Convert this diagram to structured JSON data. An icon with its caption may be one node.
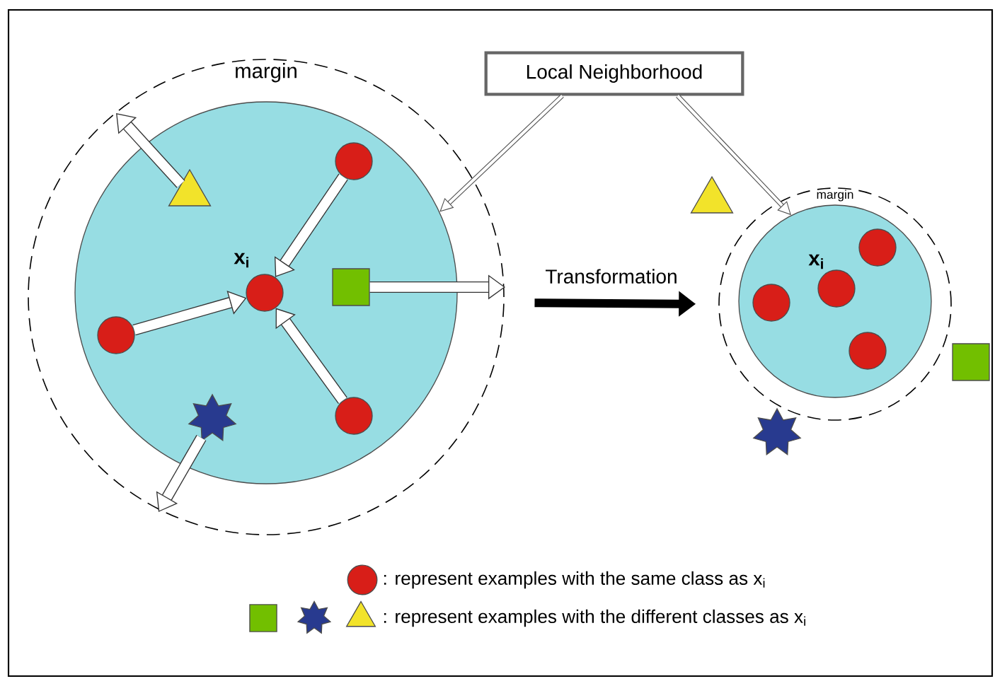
{
  "diagram": {
    "nodes": [
      {
        "text": [
          "Local Neighborhood"
        ]
      },
      {
        "text": [
          "margin"
        ]
      },
      {
        "text": [],
        "shape": "circle",
        "in": 1
      },
      {
        "text": [],
        "shape": "circle",
        "in": 2
      },
      {
        "text": [],
        "shape": "triangle",
        "in": 2
      },
      {
        "text": [],
        "shape": "circle",
        "in": 2,
        "beside": [
          "x$_{i}$"
        ]
      },
      {
        "text": [],
        "shape": "box",
        "in": 2
      },
      {
        "text": [],
        "shape": "circle",
        "in": 2
      },
      {
        "text": [],
        "shape": "star",
        "in": 2
      },
      {
        "text": [],
        "shape": "circle",
        "in": 2
      },
      {
        "text": [],
        "shape": "triangle"
      },
      {
        "text": [
          "margin"
        ]
      },
      {
        "text": [],
        "shape": "circle",
        "in": 11
      },
      {
        "text": [],
        "shape": "circle",
        "in": 12
      },
      {
        "text": [],
        "shape": "circle",
        "in": 12
      },
      {
        "text": [],
        "shape": "circle",
        "in": 12,
        "beside": [
          "x$_{i}$"
        ]
      },
      {
        "text": [],
        "shape": "circle",
        "in": 12
      },
      {
        "text": [],
        "shape": "box"
      },
      {
        "text": [],
        "shape": "star"
      }
    ],
    "edges": [
      {
        "from": 3,
        "to": 5,
        "arrow": "to"
      },
      {
        "from": 7,
        "to": 5,
        "arrow": "to"
      },
      {
        "from": 9,
        "to": 5,
        "arrow": "to"
      },
      {
        "from": 6,
        "to": null,
        "arrow": "to"
      },
      {
        "from": 4,
        "to": null,
        "arrow": "to"
      },
      {
        "from": 8,
        "to": null,
        "arrow": "to"
      },
      {
        "from": 0,
        "to": 2,
        "arrow": "to"
      },
      {
        "from": 0,
        "to": 12,
        "arrow": "to"
      },
      {
        "from": 1,
        "to": 11,
        "arrow": "to",
        "label": "Transformation",
        "color": "#000000"
      }
    ],
    "legend": [
      {
        "text": ": represent examples with the same class as x$_{i}$"
      },
      {
        "text": ": represent examples with the different classes as x$_{i}$"
      }
    ]
  }
}
